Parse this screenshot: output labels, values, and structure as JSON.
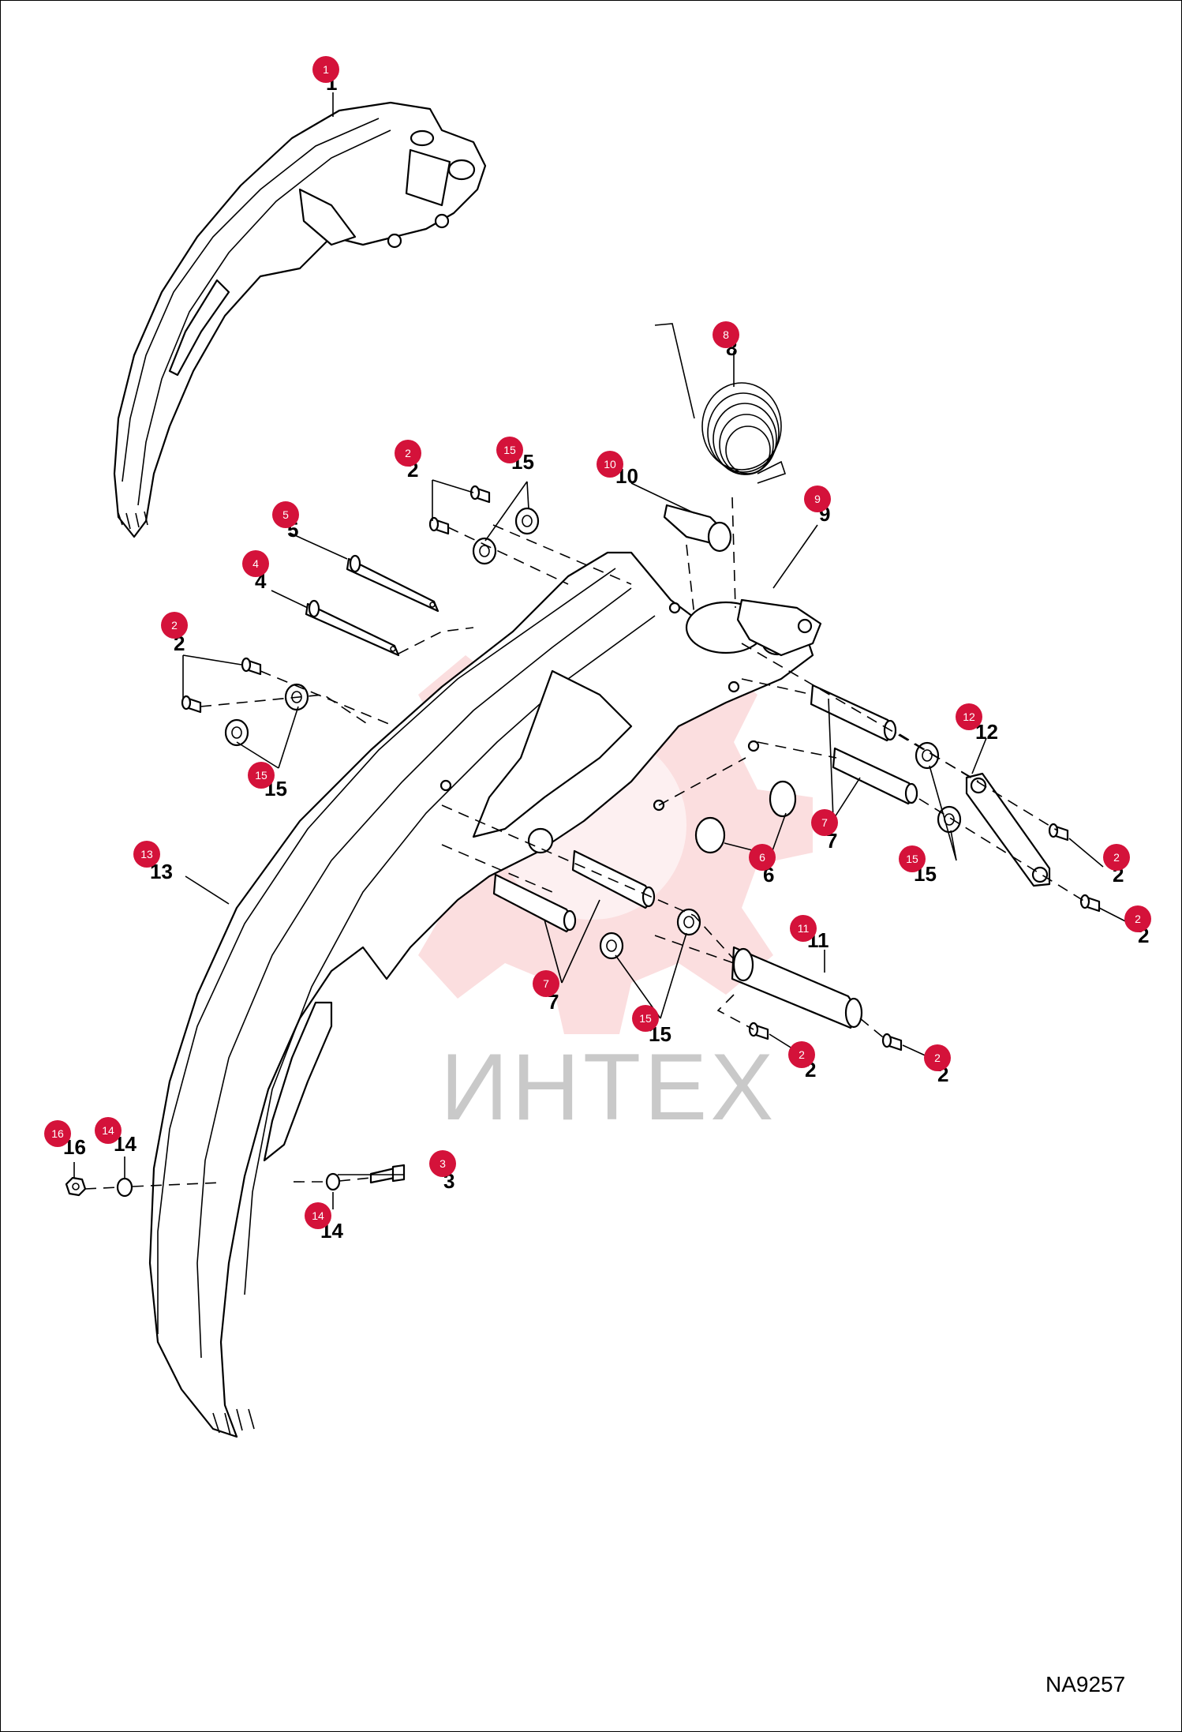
{
  "watermark": {
    "text": "ИНТЕХ",
    "color": "#e8303a"
  },
  "drawing_code": "NA9257",
  "badge_color": "#d4123a",
  "callouts": [
    {
      "id": "c1",
      "badge": "1",
      "label": "1"
    },
    {
      "id": "c2a",
      "badge": "2",
      "label": "2"
    },
    {
      "id": "c15a",
      "badge": "15",
      "label": "15"
    },
    {
      "id": "c10",
      "badge": "10",
      "label": "10"
    },
    {
      "id": "c8",
      "badge": "8",
      "label": "8"
    },
    {
      "id": "c9",
      "badge": "9",
      "label": "9"
    },
    {
      "id": "c5",
      "badge": "5",
      "label": "5"
    },
    {
      "id": "c4",
      "badge": "4",
      "label": "4"
    },
    {
      "id": "c2b",
      "badge": "2",
      "label": "2"
    },
    {
      "id": "c15b",
      "badge": "15",
      "label": "15"
    },
    {
      "id": "c12",
      "badge": "12",
      "label": "12"
    },
    {
      "id": "c7a",
      "badge": "7",
      "label": "7"
    },
    {
      "id": "c6",
      "badge": "6",
      "label": "6"
    },
    {
      "id": "c15c",
      "badge": "15",
      "label": "15"
    },
    {
      "id": "c2c",
      "badge": "2",
      "label": "2"
    },
    {
      "id": "c2d",
      "badge": "2",
      "label": "2"
    },
    {
      "id": "c13",
      "badge": "13",
      "label": "13"
    },
    {
      "id": "c11",
      "badge": "11",
      "label": "11"
    },
    {
      "id": "c7b",
      "badge": "7",
      "label": "7"
    },
    {
      "id": "c15d",
      "badge": "15",
      "label": "15"
    },
    {
      "id": "c2e",
      "badge": "2",
      "label": "2"
    },
    {
      "id": "c2f",
      "badge": "2",
      "label": "2"
    },
    {
      "id": "c16",
      "badge": "16",
      "label": "16"
    },
    {
      "id": "c14a",
      "badge": "14",
      "label": "14"
    },
    {
      "id": "c3",
      "badge": "3",
      "label": "3"
    },
    {
      "id": "c14b",
      "badge": "14",
      "label": "14"
    }
  ]
}
